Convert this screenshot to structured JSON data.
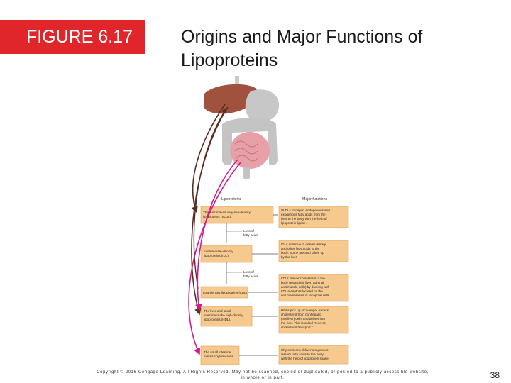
{
  "figure_label": "FIGURE 6.17",
  "title_line1": "Origins and Major Functions of",
  "title_line2": "Lipoproteins",
  "diagram": {
    "col_left_header": "Lipoproteins",
    "col_right_header": "Major functions",
    "left_boxes": [
      [
        "The liver makes very-low-density",
        "lipoproteins (VLDL)."
      ],
      [
        "Intermediate-density",
        "lipoproteins (IDL)"
      ],
      [
        "Low-density lipoproteins (LDL)"
      ],
      [
        "The liver and small",
        "intestine make high-density",
        "lipoproteins (HDL)."
      ],
      [
        "The small intestine",
        "makes chylomicrons."
      ]
    ],
    "right_boxes": [
      [
        "VLDLs transport endogenous and",
        "exogenous fatty acids from the",
        "liver to the body with the help of",
        "lipoprotein lipase."
      ],
      [
        "IDLs continue to deliver dietary",
        "and other fatty acids to the",
        "body. Some are also taken up",
        "by the liver."
      ],
      [
        "LDLs deliver cholesterol to the",
        "body (especially liver, adrenal,",
        "and muscle cells) by docking with",
        "LDL receptors located on the",
        "cell membranes of receptive cells."
      ],
      [
        "HDLs pick up (scavenge) excess",
        "cholesterol from nonhepatic",
        "(nonliver) cells and deliver it to",
        "the liver. This is called \"reverse",
        "cholesterol transport.\""
      ],
      [
        "Chylomicrons deliver exogenous",
        "dietary fatty acids to the body",
        "with the help of lipoprotein lipase."
      ]
    ],
    "loss_labels": [
      [
        "Loss of",
        "fatty acids"
      ],
      [
        "Loss of",
        "fatty acids"
      ]
    ],
    "colors": {
      "box_fill": "#f6c98f",
      "box_stroke": "#d9a055",
      "liver": "#a0523e",
      "intestine": "#e8a0a8",
      "brown_arrow": "#5a2e1e",
      "magenta_arrow": "#d21a8c"
    }
  },
  "footer_line1": "Copyright © 2016 Cengage Learning. All Rights Reserved. May not be scanned, copied or duplicated, or posted to a publicly accessible website,",
  "footer_line2": "in whole or in part.",
  "page_number": "38"
}
